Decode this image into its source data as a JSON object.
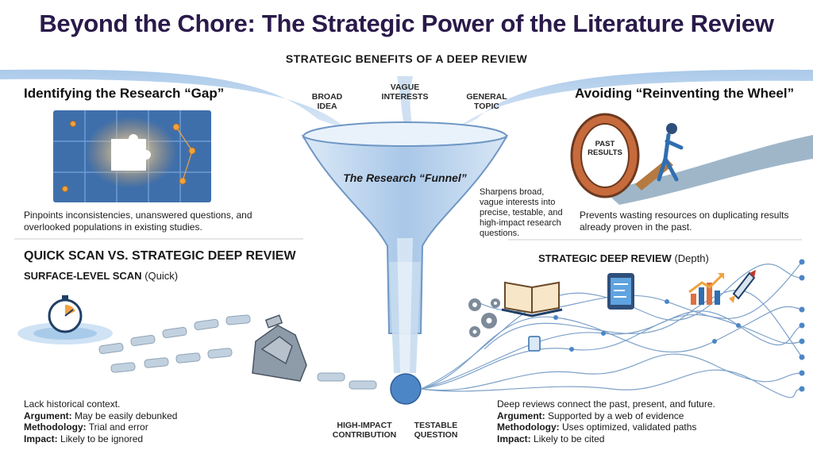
{
  "title": "Beyond the Chore: The Strategic Power of the Literature Review",
  "subtitle": "STRATEGIC BENEFITS OF A DEEP REVIEW",
  "gap": {
    "heading": "Identifying the Research “Gap”",
    "description": "Pinpoints inconsistencies, unanswered questions, and overlooked populations in existing studies."
  },
  "funnel": {
    "inputs": [
      "BROAD IDEA",
      "VAGUE INTERESTS",
      "GENERAL TOPIC"
    ],
    "label": "The Research “Funnel”",
    "note": "Sharpens broad, vague interests into precise, testable, and high-impact research questions.",
    "outputs": [
      "HIGH-IMPACT CONTRIBUTION",
      "TESTABLE QUESTION"
    ]
  },
  "wheel": {
    "heading": "Avoiding “Reinventing the Wheel”",
    "wheel_label": "PAST RESULTS",
    "description": "Prevents wasting resources on duplicating results already proven in the past."
  },
  "comparison": {
    "heading": "QUICK SCAN VS. STRATEGIC DEEP REVIEW",
    "quick": {
      "heading_bold": "SURFACE-LEVEL SCAN",
      "heading_rest": "(Quick)",
      "lines": [
        {
          "label": "",
          "text": "Lack historical context."
        },
        {
          "label": "Argument:",
          "text": "May be easily debunked"
        },
        {
          "label": "Methodology:",
          "text": "Trial and error"
        },
        {
          "label": "Impact:",
          "text": "Likely to be ignored"
        }
      ]
    },
    "deep": {
      "heading_bold": "STRATEGIC DEEP REVIEW",
      "heading_rest": "(Depth)",
      "lines": [
        {
          "label": "",
          "text": "Deep reviews connect the past, present, and future."
        },
        {
          "label": "Argument:",
          "text": "Supported by a web of evidence"
        },
        {
          "label": "Methodology:",
          "text": "Uses optimized, validated paths"
        },
        {
          "label": "Impact:",
          "text": "Likely to be cited"
        }
      ]
    }
  },
  "colors": {
    "title": "#2a1a4a",
    "stream_blue": "#7aa6d6",
    "funnel_blue": "#b9d3ee",
    "accent_orange": "#f0a340",
    "node_blue": "#4d86c6"
  }
}
